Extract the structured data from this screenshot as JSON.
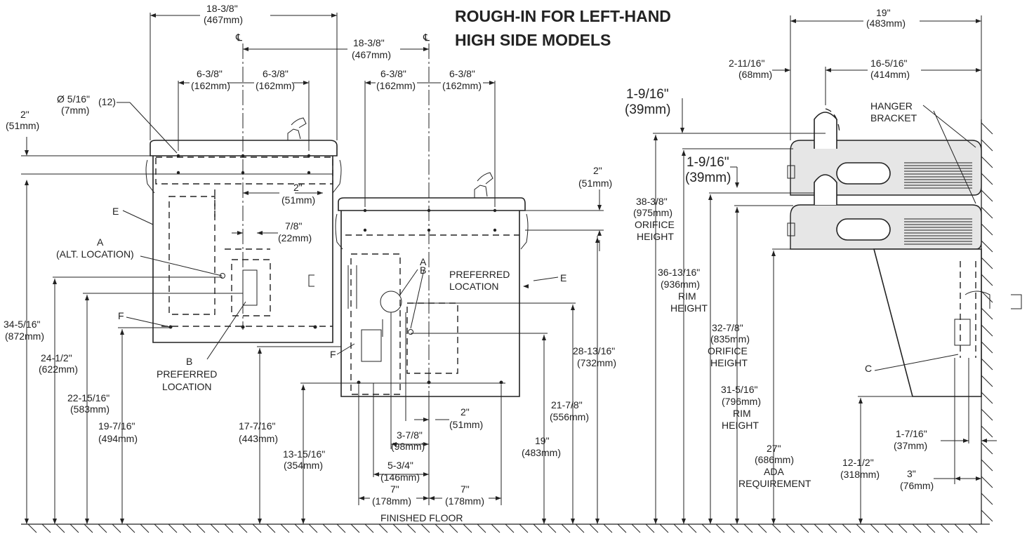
{
  "title": {
    "line1": "ROUGH-IN FOR LEFT-HAND",
    "line2": "HIGH SIDE MODELS"
  },
  "dims": {
    "w_top_in": "18-3/8\"",
    "w_top_mm": "(467mm)",
    "cl": "℄",
    "w_mid_in": "18-3/8\"",
    "w_mid_mm": "(467mm)",
    "l_left_in": "6-3/8\"",
    "l_left_mm": "(162mm)",
    "l_right_in": "6-3/8\"",
    "l_right_mm": "(162mm)",
    "r_left_in": "6-3/8\"",
    "r_left_mm": "(162mm)",
    "r_right_in": "6-3/8\"",
    "r_right_mm": "(162mm)",
    "hole_dia": "Ø 5/16\"",
    "hole_mm": "(7mm)",
    "hole_qty": "(12)",
    "top2_in": "2\"",
    "top2_mm": "(51mm)",
    "mid2_in": "2\"",
    "mid2_mm": "(51mm)",
    "rt2_in": "2\"",
    "rt2_mm": "(51mm)",
    "d78_in": "7/8\"",
    "d78_mm": "(22mm)",
    "h34_in": "34-5/16\"",
    "h34_mm": "(872mm)",
    "h24_in": "24-1/2\"",
    "h24_mm": "(622mm)",
    "h22_in": "22-15/16\"",
    "h22_mm": "(583mm)",
    "h19l_in": "19-7/16\"",
    "h19l_mm": "(494mm)",
    "h17_in": "17-7/16\"",
    "h17_mm": "(443mm)",
    "h13_in": "13-15/16\"",
    "h13_mm": "(354mm)",
    "b2_in": "2\"",
    "b2_mm": "(51mm)",
    "b378_in": "3-7/8\"",
    "b378_mm": "(98mm)",
    "b534_in": "5-3/4\"",
    "b534_mm": "(146mm)",
    "b7l_in": "7\"",
    "b7l_mm": "(178mm)",
    "b7r_in": "7\"",
    "b7r_mm": "(178mm)",
    "h19r_in": "19\"",
    "h19r_mm": "(483mm)",
    "h21_in": "21-7/8\"",
    "h21_mm": "(556mm)",
    "h28_in": "28-13/16\"",
    "h28_mm": "(732mm)",
    "s19_in": "19\"",
    "s19_mm": "(483mm)",
    "s211_in": "2-11/16\"",
    "s211_mm": "(68mm)",
    "s165_in": "16-5/16\"",
    "s165_mm": "(414mm)",
    "s1916a_in": "1-9/16\"",
    "s1916a_mm": "(39mm)",
    "s1916b_in": "1-9/16\"",
    "s1916b_mm": "(39mm)",
    "s38_in": "38-3/8\"",
    "s38_mm": "(975mm)",
    "s38_l1": "ORIFICE",
    "s38_l2": "HEIGHT",
    "s36_in": "36-13/16\"",
    "s36_mm": "(936mm)",
    "s36_l1": "RIM",
    "s36_l2": "HEIGHT",
    "s32_in": "32-7/8\"",
    "s32_mm": "(835mm)",
    "s32_l1": "ORIFICE",
    "s32_l2": "HEIGHT",
    "s31_in": "31-5/16\"",
    "s31_mm": "(796mm)",
    "s31_l1": "RIM",
    "s31_l2": "HEIGHT",
    "s27_in": "27\"",
    "s27_mm": "(686mm)",
    "s27_l1": "ADA",
    "s27_l2": "REQUIREMENT",
    "s12_in": "12-1/2\"",
    "s12_mm": "(318mm)",
    "s1716_in": "1-7/16\"",
    "s1716_mm": "(37mm)",
    "s3_in": "3\"",
    "s3_mm": "(76mm)"
  },
  "labels": {
    "a_alt": "A",
    "a_alt_2": "(ALT. LOCATION)",
    "e_left": "E",
    "f_left": "F",
    "b_left": "B",
    "b_left_2": "PREFERRED",
    "b_left_3": "LOCATION",
    "a_pref": "A",
    "a_pref_2": "PREFERRED",
    "a_pref_3": "LOCATION",
    "b_right": "B",
    "e_right": "E",
    "f_right": "F",
    "finished_floor": "FINISHED FLOOR",
    "hanger": "HANGER",
    "bracket": "BRACKET",
    "c": "C"
  },
  "colors": {
    "line": "#222222",
    "panel": "#e6e6e6",
    "background": "#ffffff"
  }
}
